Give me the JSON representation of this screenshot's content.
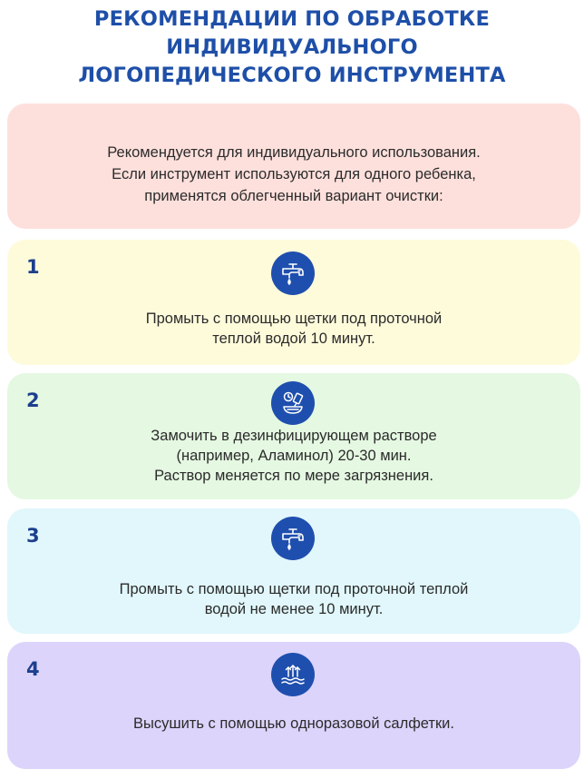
{
  "title": {
    "lines": [
      "РЕКОМЕНДАЦИИ ПО ОБРАБОТКЕ",
      "ИНДИВИДУАЛЬНОГО",
      "ЛОГОПЕДИЧЕСКОГО ИНСТРУМЕНТА"
    ]
  },
  "intro": {
    "lines": [
      "Рекомендуется для индивидуального использования.",
      "Если инструмент используются для одного ребенка,",
      "применятся облегченный вариант очистки:"
    ]
  },
  "steps": [
    {
      "number": "1",
      "icon": "water-tap-icon",
      "lines": [
        "Промыть с помощью щетки под проточной",
        "теплой водой 10 минут."
      ]
    },
    {
      "number": "2",
      "icon": "disinfectant-soak-icon",
      "lines": [
        "Замочить в дезинфицирующем растворе",
        "(например, Аламинол) 20-30 мин.",
        "Раствор меняется по мере загрязнения."
      ]
    },
    {
      "number": "3",
      "icon": "water-tap-icon",
      "lines": [
        "Промыть с помощью щетки под проточной теплой",
        "водой не менее 10 минут."
      ]
    },
    {
      "number": "4",
      "icon": "drying-icon",
      "lines": [
        "Высушить с помощью одноразовой салфетки."
      ]
    }
  ],
  "colors": {
    "title": "#1e4fa8",
    "icon_circle": "#1f4fae",
    "intro_card": "#fde0dc",
    "step1_card": "#fefbdb",
    "step2_card": "#e5f8e2",
    "step3_card": "#e1f7fb",
    "step4_card": "#dcd4fb"
  }
}
